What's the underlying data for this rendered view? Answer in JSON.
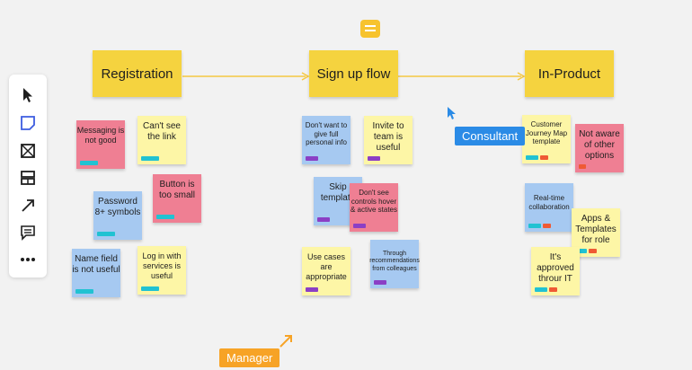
{
  "headers": {
    "registration": "Registration",
    "signup": "Sign up flow",
    "inproduct": "In-Product"
  },
  "stickies": {
    "s1": "Messaging is not good",
    "s2": "Can't see the link",
    "s3": "Password 8+ symbols",
    "s4": "Button is too small",
    "s5": "Name field is not useful",
    "s6": "Log in with services is useful",
    "s7": "Don't want to give full personal info",
    "s8": "Invite to team is useful",
    "s9": "Skip template",
    "s10": "Don't see controls hover & active states",
    "s11": "Use cases are appropriate",
    "s12": "Through recommendations from colleagues",
    "s13": "Customer Journey Map template",
    "s14": "Not aware of other options",
    "s15": "Real-time collaboration",
    "s16": "Apps & Templates for role",
    "s17": "It's approved throur IT"
  },
  "collaborators": {
    "consultant": "Consultant",
    "manager": "Manager"
  },
  "colors": {
    "header": "#f5d33f",
    "consultant": "#2b8be6",
    "manager": "#f7a326"
  },
  "toolbar_icons": [
    "select-icon",
    "sticky-note-icon",
    "frame-icon",
    "template-icon",
    "arrow-icon",
    "comment-icon",
    "more-icon"
  ]
}
